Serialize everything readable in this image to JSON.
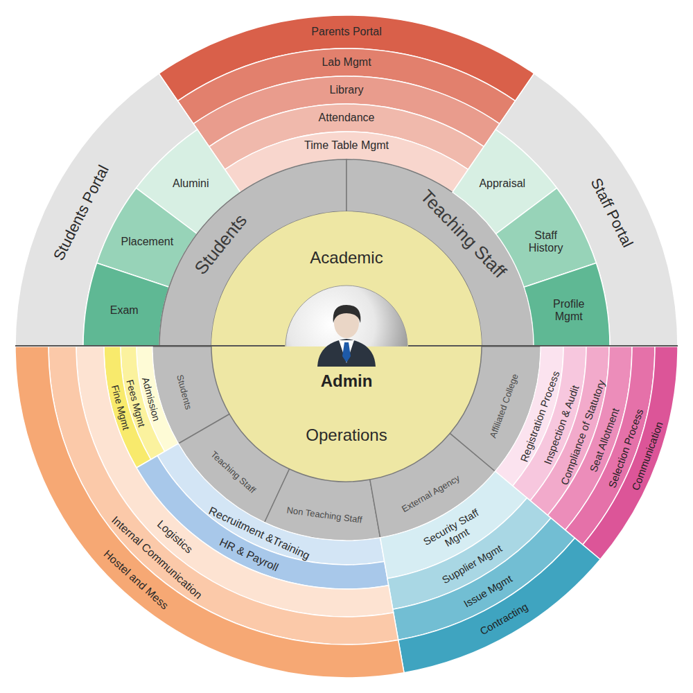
{
  "diagram": {
    "nodes": [
      {
        "text": [
          "Parents Portal"
        ]
      },
      {
        "text": [
          "Lab Mgmt"
        ]
      },
      {
        "text": [
          "Library"
        ]
      },
      {
        "text": [
          "Attendance"
        ]
      },
      {
        "text": [
          "Time Table Mgmt"
        ]
      },
      {
        "text": [
          "Students Portal"
        ]
      },
      {
        "text": [
          "Alumini"
        ]
      },
      {
        "text": [
          "Placement"
        ]
      },
      {
        "text": [
          "Exam"
        ]
      },
      {
        "text": [
          "Students"
        ]
      },
      {
        "text": [
          "Teaching Staff"
        ]
      },
      {
        "text": [
          "Staff Portal"
        ]
      },
      {
        "text": [
          "Appraisal"
        ]
      },
      {
        "text": [
          "Staff History"
        ]
      },
      {
        "text": [
          "Profile Mgmt"
        ]
      },
      {
        "text": [
          "Academic"
        ]
      },
      {
        "text": [
          "Admin"
        ]
      },
      {
        "text": [
          "Operations"
        ]
      },
      {
        "text": [
          "Students"
        ]
      },
      {
        "text": [
          "Teaching Staff"
        ]
      },
      {
        "text": [
          "Non Teaching Staff"
        ]
      },
      {
        "text": [
          "External Agency"
        ]
      },
      {
        "text": [
          "Affiliated College"
        ]
      },
      {
        "text": [
          "Admission"
        ]
      },
      {
        "text": [
          "Fees Mgmt"
        ]
      },
      {
        "text": [
          "Fine Mgmt"
        ]
      },
      {
        "text": [
          "Registration Process"
        ]
      },
      {
        "text": [
          "Inspection & Audit"
        ]
      },
      {
        "text": [
          "Compliance of Statutory"
        ]
      },
      {
        "text": [
          "Seat Allotment"
        ]
      },
      {
        "text": [
          "Selection Process"
        ]
      },
      {
        "text": [
          "Communication"
        ]
      },
      {
        "text": [
          "Recruitment &Training"
        ]
      },
      {
        "text": [
          "HR & Payroll"
        ]
      },
      {
        "text": [
          "Security Staff Mgmt"
        ]
      },
      {
        "text": [
          "Supplier Mgmt"
        ]
      },
      {
        "text": [
          "Issue Mgmt"
        ]
      },
      {
        "text": [
          "Contracting"
        ]
      },
      {
        "text": [
          "Logistics"
        ]
      },
      {
        "text": [
          "Internal Communication"
        ]
      },
      {
        "text": [
          "Hostel and Mess"
        ]
      }
    ]
  }
}
